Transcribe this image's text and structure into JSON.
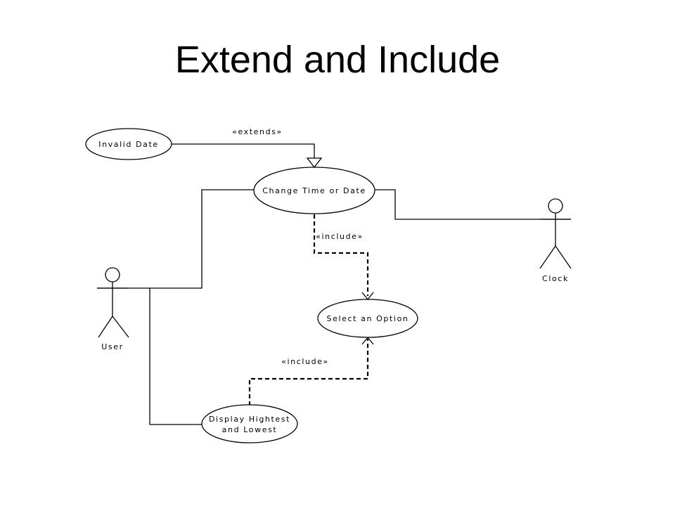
{
  "slide": {
    "title": "Extend and Include"
  },
  "diagram": {
    "actors": {
      "user": "User",
      "clock": "Clock"
    },
    "use_cases": {
      "invalid_date": "Invalid Date",
      "change_time": "Change Time or Date",
      "select_option": "Select an Option",
      "display_line1": "Display Hightest",
      "display_line2": "and Lowest"
    },
    "relationships": {
      "extends": "«extends»",
      "include_upper": "«include»",
      "include_lower": "«include»"
    }
  }
}
